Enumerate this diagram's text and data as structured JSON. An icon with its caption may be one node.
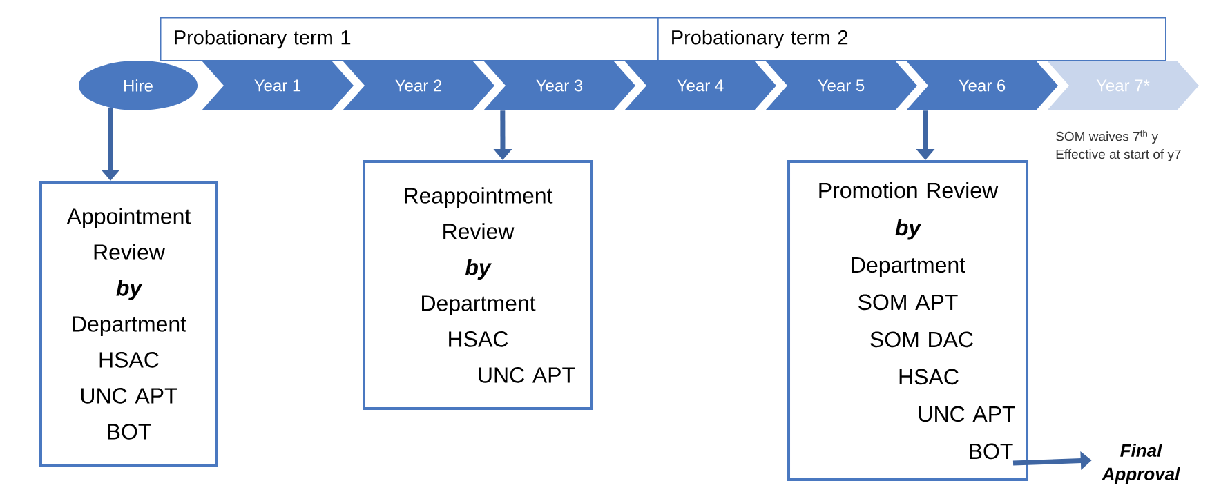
{
  "diagram": {
    "nodes": [
      {
        "text": [
          "Probationary term 1"
        ]
      },
      {
        "text": [
          "Probationary term 2"
        ]
      },
      {
        "text": [
          "Hire"
        ]
      },
      {
        "text": [
          "Year 1"
        ]
      },
      {
        "text": [
          "Year 2"
        ]
      },
      {
        "text": [
          "Year 3"
        ]
      },
      {
        "text": [
          "Year 4"
        ]
      },
      {
        "text": [
          "Year 5"
        ]
      },
      {
        "text": [
          "Year 6"
        ]
      },
      {
        "text": [
          "Year 7*"
        ],
        "beside": [
          "SOM waives 7$^{th}$ y",
          "Effective at start of y7"
        ]
      },
      {
        "text": [
          "Appointment Review",
          "by",
          "Department",
          "HSAC",
          "UNC APT",
          "BOT"
        ]
      },
      {
        "text": [
          "Reappointment Review",
          "by",
          "Department",
          "HSAC",
          "UNC APT"
        ]
      },
      {
        "text": [
          "Promotion Review",
          "by",
          "Department",
          "SOM APT",
          "SOM DAC",
          "HSAC",
          "UNC APT",
          "BOT"
        ]
      },
      {
        "text": [
          "Final Approval"
        ]
      }
    ],
    "edges": [
      {
        "from": 2,
        "to": 10,
        "arrow": "to"
      },
      {
        "from": 5,
        "to": 11,
        "arrow": "to"
      },
      {
        "from": 8,
        "to": 12,
        "arrow": "to"
      },
      {
        "from": 12,
        "to": 13,
        "arrow": "to"
      }
    ]
  }
}
